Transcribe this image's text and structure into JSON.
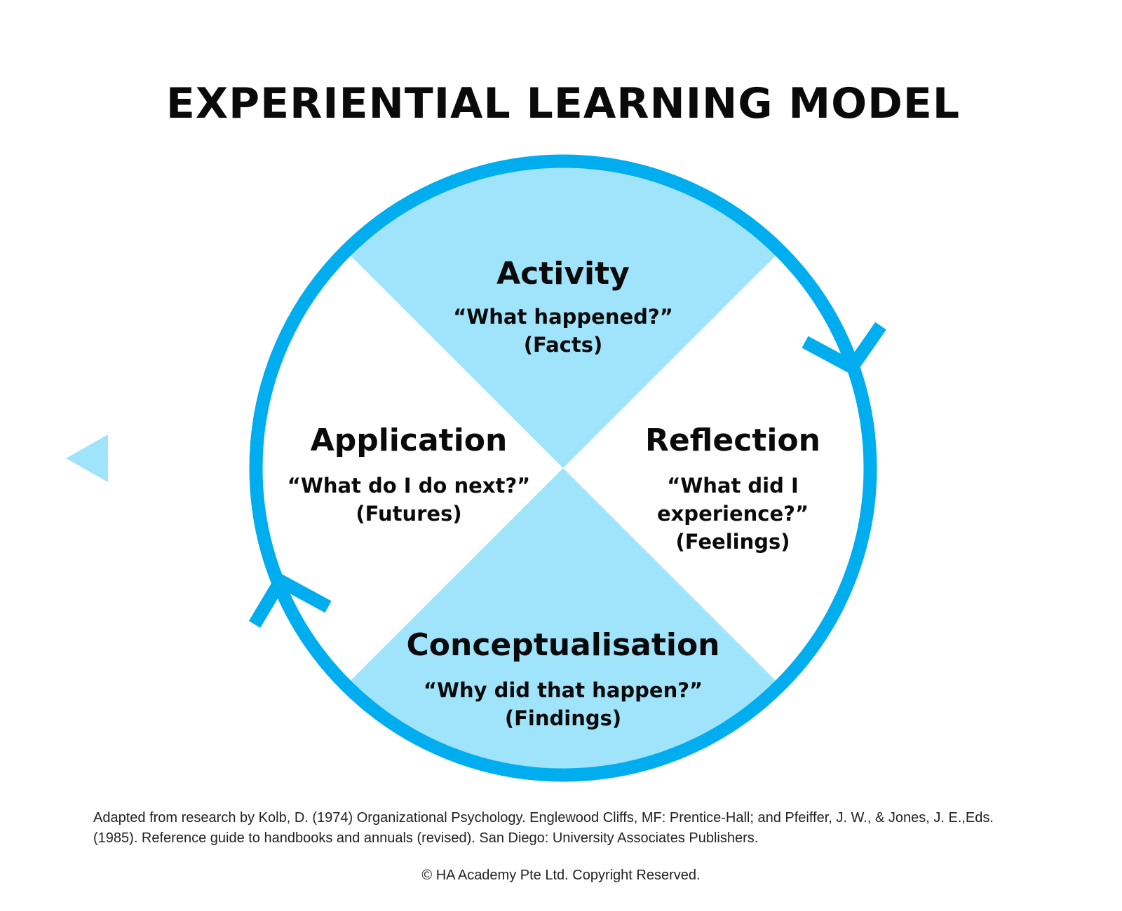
{
  "title": "EXPERIENTIAL LEARNING MODEL",
  "colors": {
    "ring": "#00aeef",
    "fill": "#a0e4fc",
    "nav_arrow": "#a0e4fc",
    "text": "#0a0a0a"
  },
  "quadrants": {
    "activity": {
      "title": "Activity",
      "lines": [
        "“What happened?”",
        "(Facts)"
      ]
    },
    "reflection": {
      "title": "Reflection",
      "lines": [
        "“What did I",
        "experience?”",
        "(Feelings)"
      ]
    },
    "conceptualisation": {
      "title": "Conceptualisation",
      "lines": [
        "“Why did that happen?”",
        "(Findings)"
      ]
    },
    "application": {
      "title": "Application",
      "lines": [
        "“What do I do next?”",
        "(Futures)"
      ]
    }
  },
  "footnote": {
    "line1": "Adapted from research by Kolb, D. (1974) Organizational Psychology. Englewood Cliffs, MF: Prentice-Hall; and Pfeiffer, J. W., & Jones, J. E.,Eds.",
    "line2": "(1985). Reference guide to handbooks and annuals (revised). San Diego: University Associates Publishers."
  },
  "copyright": "© HA Academy Pte Ltd. Copyright Reserved.",
  "icons": {
    "nav": "triangle-left",
    "cycle": "chevron-arrowhead"
  }
}
